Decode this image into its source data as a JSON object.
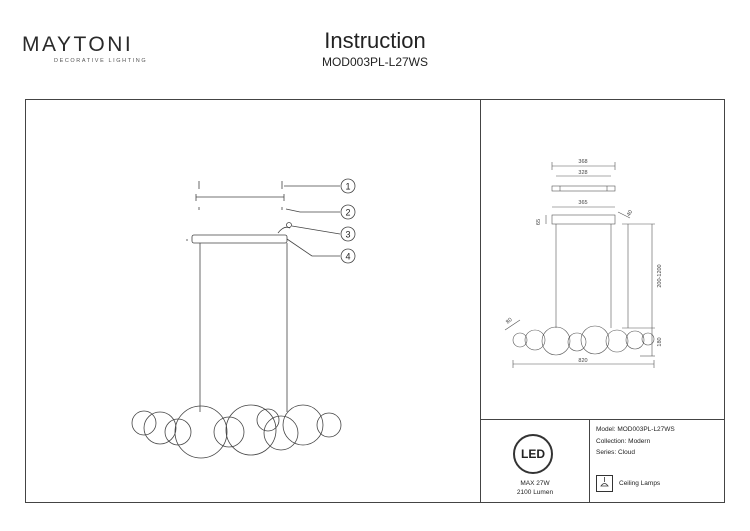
{
  "brand": {
    "name": "MAYTONI",
    "tagline": "DECORATIVE LIGHTING"
  },
  "header": {
    "title": "Instruction",
    "model": "MOD003PL-L27WS"
  },
  "callouts": [
    "1",
    "2",
    "3",
    "4"
  ],
  "dimensions": {
    "top_width": "368",
    "inner_width": "328",
    "canopy_width": "365",
    "canopy_height": "65",
    "angle": "40",
    "suspension": "200-1200",
    "ball_height": "180",
    "total_width": "820",
    "ball_diameter": "80"
  },
  "led": {
    "badge": "LED",
    "power": "MAX 27W",
    "lumen": "2100 Lumen"
  },
  "specs": {
    "model": "Model: MOD003PL-L27WS",
    "collection": "Collection: Modern",
    "series": "Series: Cloud",
    "type": "Ceiling Lamps"
  }
}
